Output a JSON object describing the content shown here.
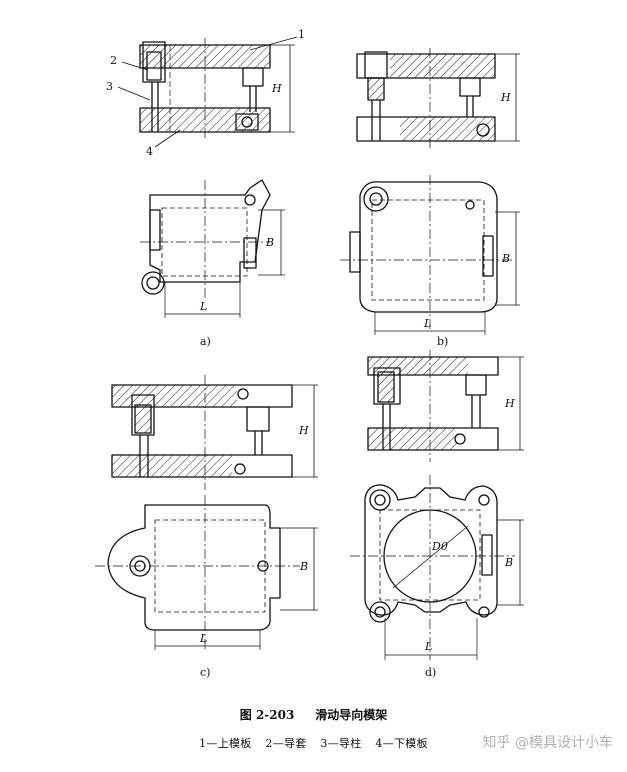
{
  "figure": {
    "number": "图 2-203",
    "title": "滑动导向模架"
  },
  "legend": [
    "1—上模板",
    "2—导套",
    "3—导柱",
    "4—下模板"
  ],
  "callouts": [
    "1",
    "2",
    "3",
    "4"
  ],
  "dimension_labels": {
    "height": "H",
    "width": "B",
    "length": "L",
    "diameter": "D0"
  },
  "sublabels": {
    "a": "a)",
    "b": "b)",
    "c": "c)",
    "d": "d)"
  },
  "watermark": "知乎 @模具设计小车"
}
